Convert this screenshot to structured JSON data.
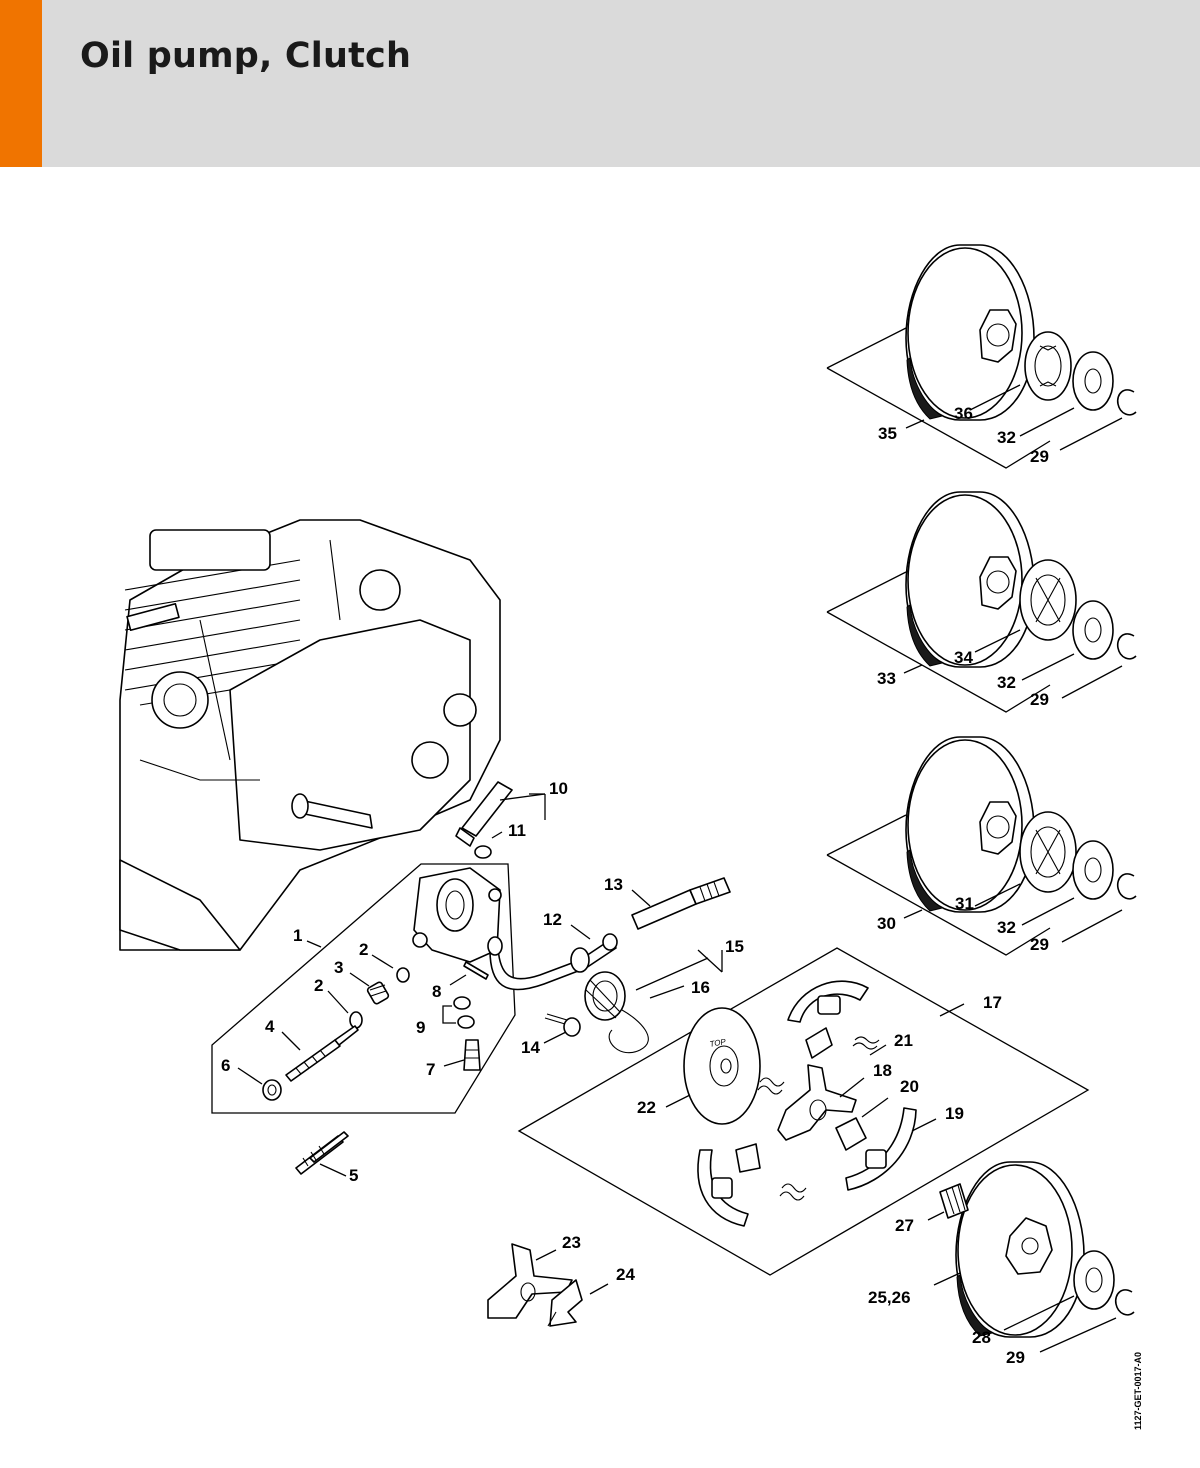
{
  "header": {
    "title": "Oil pump, Clutch",
    "background_color": "#dadada",
    "accent_color": "#f07400"
  },
  "callouts": [
    {
      "id": "c1",
      "label": "1"
    },
    {
      "id": "c2a",
      "label": "2"
    },
    {
      "id": "c2b",
      "label": "2"
    },
    {
      "id": "c3",
      "label": "3"
    },
    {
      "id": "c4",
      "label": "4"
    },
    {
      "id": "c5",
      "label": "5"
    },
    {
      "id": "c6",
      "label": "6"
    },
    {
      "id": "c7",
      "label": "7"
    },
    {
      "id": "c8",
      "label": "8"
    },
    {
      "id": "c9",
      "label": "9"
    },
    {
      "id": "c10",
      "label": "10"
    },
    {
      "id": "c11",
      "label": "11"
    },
    {
      "id": "c12",
      "label": "12"
    },
    {
      "id": "c13",
      "label": "13"
    },
    {
      "id": "c14",
      "label": "14"
    },
    {
      "id": "c15",
      "label": "15"
    },
    {
      "id": "c16",
      "label": "16"
    },
    {
      "id": "c17",
      "label": "17"
    },
    {
      "id": "c18",
      "label": "18"
    },
    {
      "id": "c19",
      "label": "19"
    },
    {
      "id": "c20",
      "label": "20"
    },
    {
      "id": "c21",
      "label": "21"
    },
    {
      "id": "c22",
      "label": "22"
    },
    {
      "id": "c23",
      "label": "23"
    },
    {
      "id": "c24",
      "label": "24"
    },
    {
      "id": "c25",
      "label": "25,26"
    },
    {
      "id": "c27",
      "label": "27"
    },
    {
      "id": "c28",
      "label": "28"
    },
    {
      "id": "c29a",
      "label": "29"
    },
    {
      "id": "c29b",
      "label": "29"
    },
    {
      "id": "c29c",
      "label": "29"
    },
    {
      "id": "c29d",
      "label": "29"
    },
    {
      "id": "c30",
      "label": "30"
    },
    {
      "id": "c31",
      "label": "31"
    },
    {
      "id": "c32a",
      "label": "32"
    },
    {
      "id": "c32b",
      "label": "32"
    },
    {
      "id": "c32c",
      "label": "32"
    },
    {
      "id": "c33",
      "label": "33"
    },
    {
      "id": "c34",
      "label": "34"
    },
    {
      "id": "c35",
      "label": "35"
    },
    {
      "id": "c36",
      "label": "36"
    }
  ],
  "disc_marking": "TOP",
  "drawing_code": "1127-GET-0017-A0"
}
